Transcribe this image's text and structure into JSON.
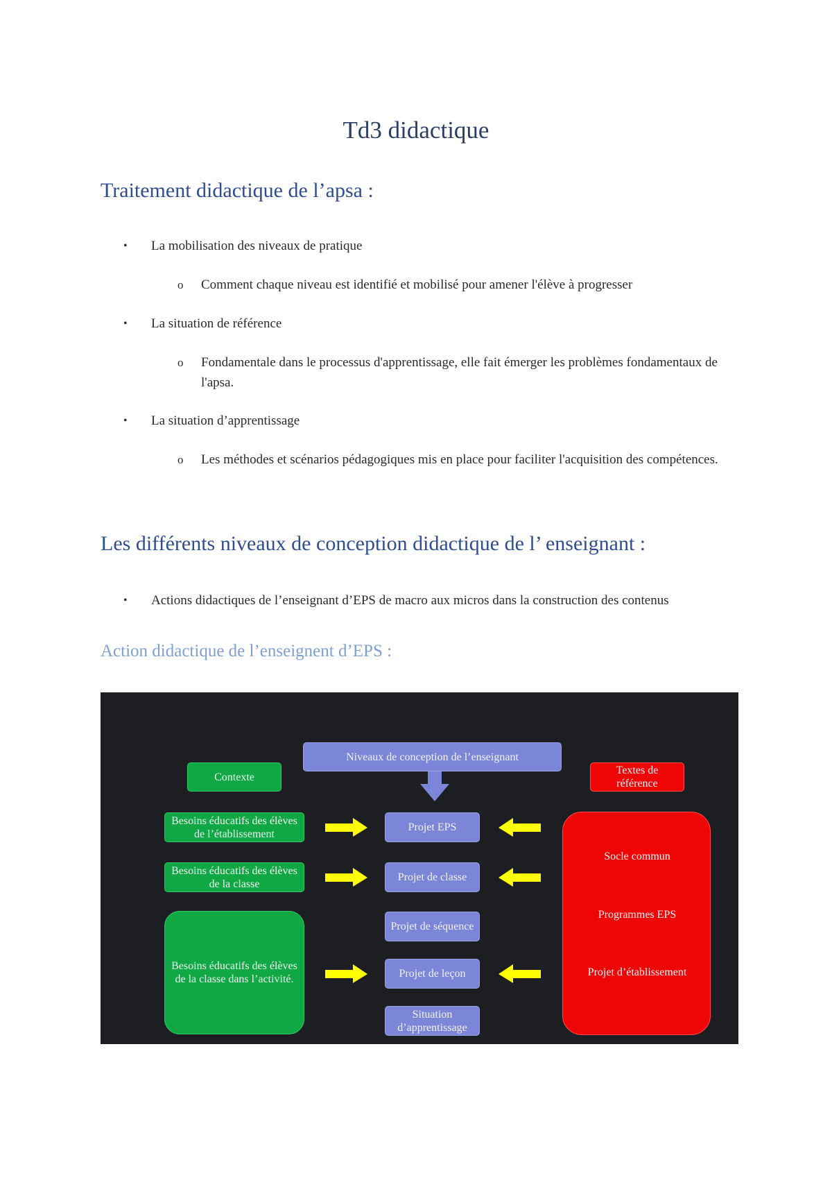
{
  "title": "Td3 didactique",
  "section1": {
    "heading": "Traitement didactique de l’apsa :",
    "items": [
      {
        "label": "La mobilisation des niveaux de pratique",
        "sub": "Comment chaque niveau est identifié et mobilisé pour amener l'élève à progresser"
      },
      {
        "label": "La situation de référence",
        "sub": "Fondamentale dans le processus d'apprentissage, elle fait émerger les problèmes fondamentaux de l'apsa."
      },
      {
        "label": "La situation d’apprentissage",
        "sub": "Les méthodes et scénarios pédagogiques mis en place pour faciliter l'acquisition des compétences."
      }
    ]
  },
  "section2": {
    "heading": "Les différents niveaux de conception didactique de l’ enseignant :",
    "items": [
      {
        "label": "Actions didactiques de l’enseignant d’EPS de macro aux micros dans la construction des contenus"
      }
    ],
    "subheading": "Action didactique de l’enseignent d’EPS :"
  },
  "markers": {
    "bullet": "•",
    "sub_bullet": "o"
  },
  "diagram": {
    "top_box": "Niveaux de conception de l’enseignant",
    "context": "Contexte",
    "references": "Textes de référence",
    "needs": [
      "Besoins éducatifs des élèves de l’établissement",
      "Besoins éducatifs des élèves de la classe",
      "Besoins éducatifs des élèves de la classe dans l’activité."
    ],
    "levels": [
      "Projet EPS",
      "Projet de classe",
      "Projet de séquence",
      "Projet de leçon",
      "Situation d’apprentissage"
    ],
    "red_items": [
      "Socle commun",
      "Programmes EPS",
      "Projet d’établissement"
    ],
    "colors": {
      "background": "#1d1e22",
      "blue": "#7b86d9",
      "green": "#0fa845",
      "red": "#ee0606",
      "yellow_arrow": "#ffff00"
    }
  }
}
